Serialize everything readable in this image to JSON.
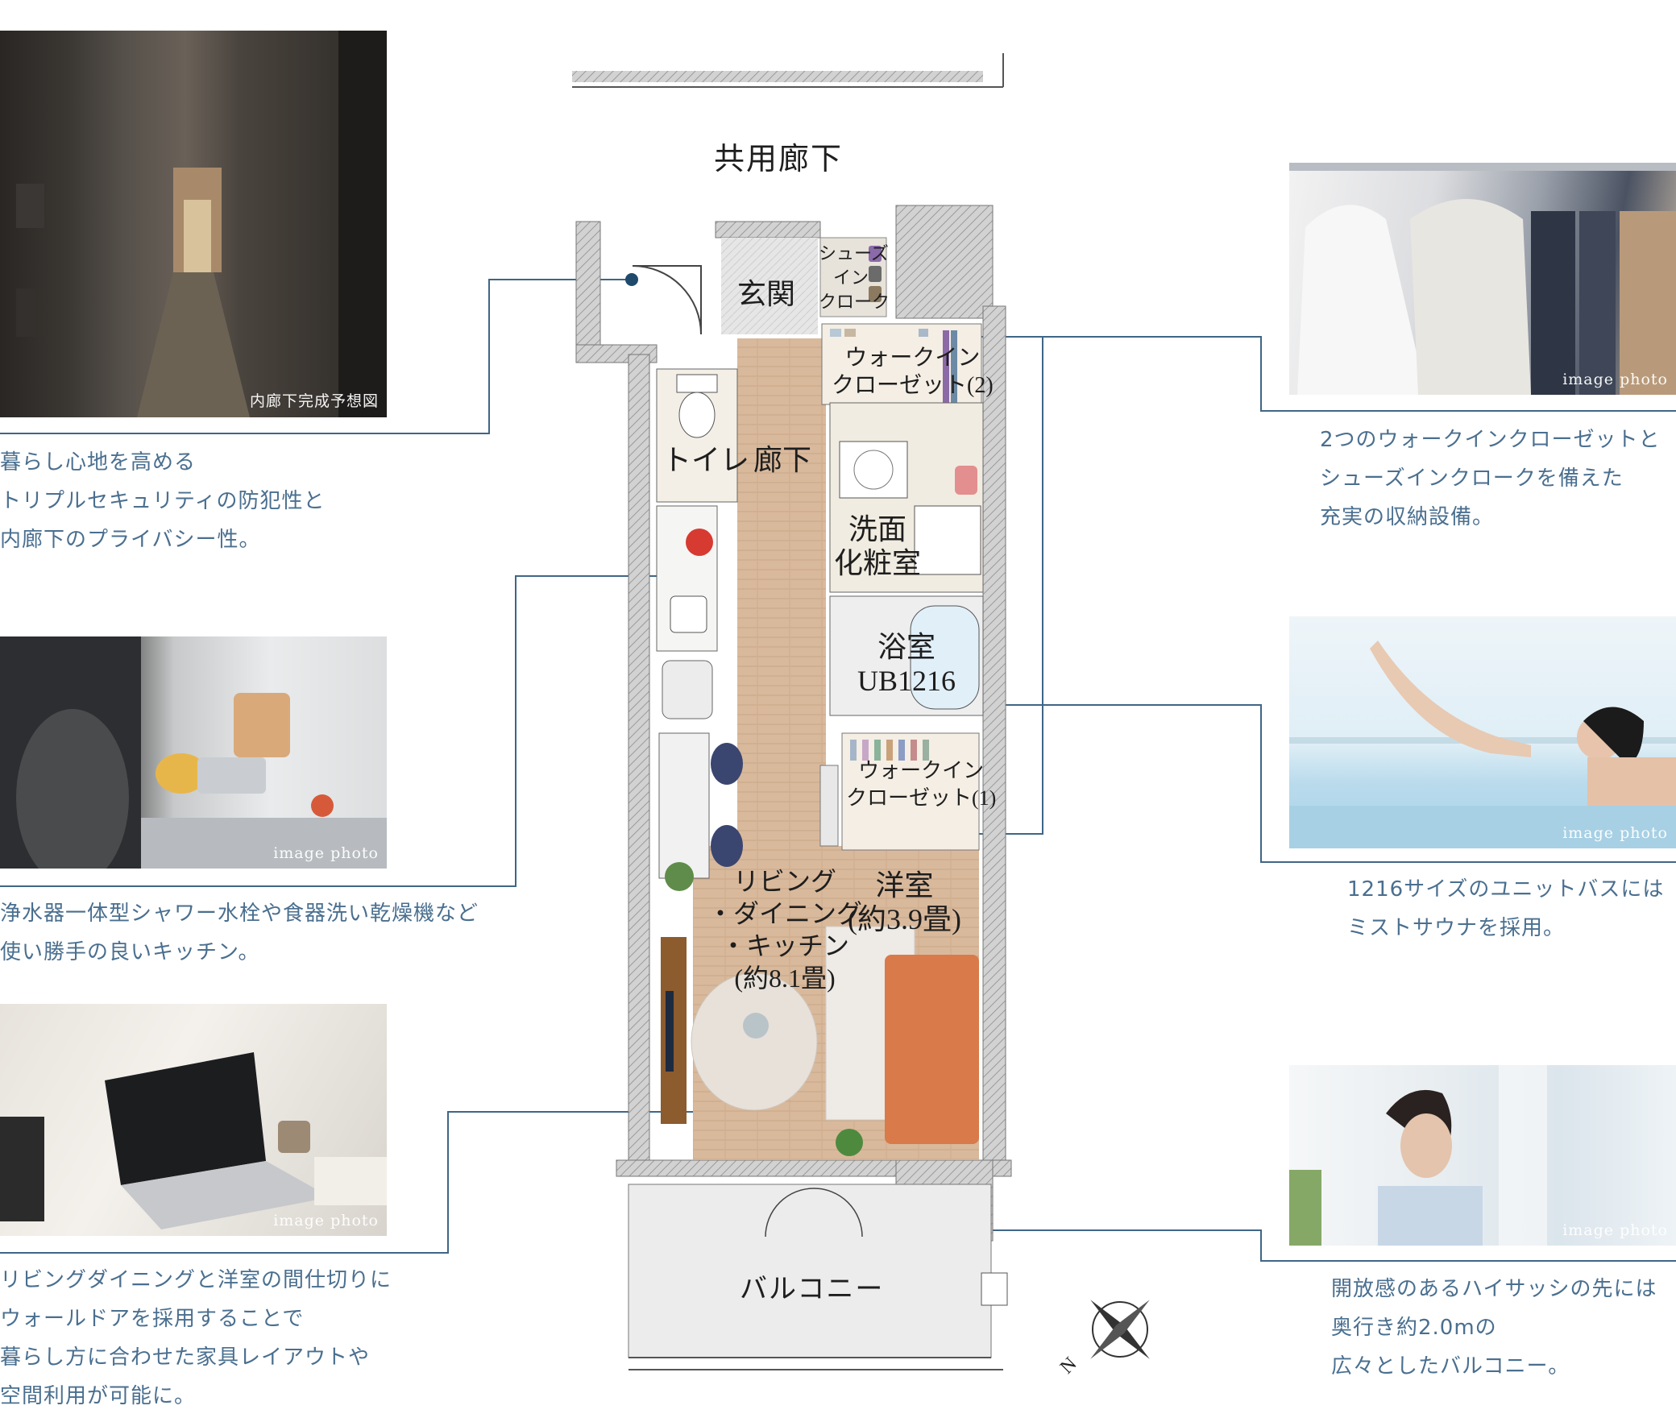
{
  "photos": {
    "corridor": {
      "caption": "内廊下完成予想図"
    },
    "kitchen": {
      "caption": "image photo"
    },
    "laptop": {
      "caption": "image photo"
    },
    "closet": {
      "caption": "image photo"
    },
    "bath": {
      "caption": "image photo"
    },
    "window": {
      "caption": "image photo"
    }
  },
  "descriptions": {
    "corridor": [
      "暮らし心地を高める",
      "トリプルセキュリティの防犯性と",
      "内廊下のプライバシー性。"
    ],
    "kitchen": [
      "浄水器一体型シャワー水栓や食器洗い乾燥機など",
      "使い勝手の良いキッチン。"
    ],
    "living": [
      "リビングダイニングと洋室の間仕切りに",
      "ウォールドアを採用することで",
      "暮らし方に合わせた家具レイアウトや",
      "空間利用が可能に。"
    ],
    "storage": [
      "2つのウォークインクローゼットと",
      "シューズインクロークを備えた",
      "充実の収納設備。"
    ],
    "bath": [
      "1216サイズのユニットバスには",
      "ミストサウナを採用。"
    ],
    "balcony": [
      "開放感のあるハイサッシの先には",
      "奥行き約2.0mの",
      "広々としたバルコニー。"
    ]
  },
  "floorplan": {
    "common_corridor": "共用廊下",
    "genkan": "玄関",
    "shoes_in_cloak": [
      "シューズ",
      "イン",
      "クローク"
    ],
    "wic2": [
      "ウォークイン",
      "クローゼット(2)"
    ],
    "toilet": "トイレ",
    "hallway": "廊下",
    "washroom": [
      "洗面",
      "化粧室"
    ],
    "bathroom": [
      "浴室",
      "UB1216"
    ],
    "wic1": [
      "ウォークイン",
      "クローゼット(1)"
    ],
    "western_room": [
      "洋室",
      "(約3.9畳)"
    ],
    "ldk": [
      "リビング",
      "・ダイニング",
      "・キッチン",
      "(約8.1畳)"
    ],
    "balcony": "バルコニー",
    "north_mark": "N"
  },
  "colors": {
    "caption_text": "#4a6f8f",
    "leader_line": "#3f6686",
    "marker_dot": "#1f4a6b",
    "wood_floor": "#d9b99c",
    "wall": "#cfcfcf",
    "sofa": "#d97a4a"
  }
}
